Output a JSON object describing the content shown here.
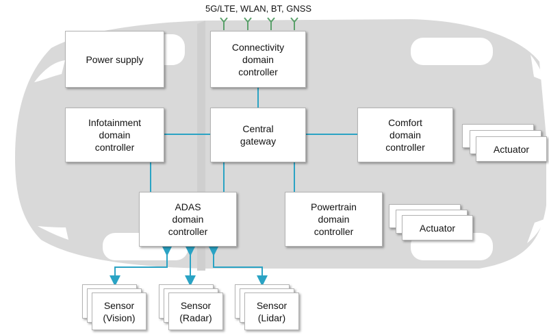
{
  "antenna_label": "5G/LTE, WLAN, BT, GNSS",
  "boxes": {
    "power_supply": [
      "Power supply"
    ],
    "connectivity": [
      "Connectivity",
      "domain",
      "controller"
    ],
    "infotainment": [
      "Infotainment",
      "domain",
      "controller"
    ],
    "central_gateway": [
      "Central",
      "gateway"
    ],
    "comfort": [
      "Comfort",
      "domain",
      "controller"
    ],
    "adas": [
      "ADAS",
      "domain",
      "controller"
    ],
    "powertrain": [
      "Powertrain",
      "domain",
      "controller"
    ],
    "actuator_1": [
      "Actuator"
    ],
    "actuator_2": [
      "Actuator"
    ],
    "sensor_vision": [
      "Sensor",
      "(Vision)"
    ],
    "sensor_radar": [
      "Sensor",
      "(Radar)"
    ],
    "sensor_lidar": [
      "Sensor",
      "(Lidar)"
    ]
  },
  "colors": {
    "car_body": "#d9d9d9",
    "connection": "#2aa3c4",
    "antenna": "#5aa06a",
    "box_border": "#b3b3b3"
  }
}
